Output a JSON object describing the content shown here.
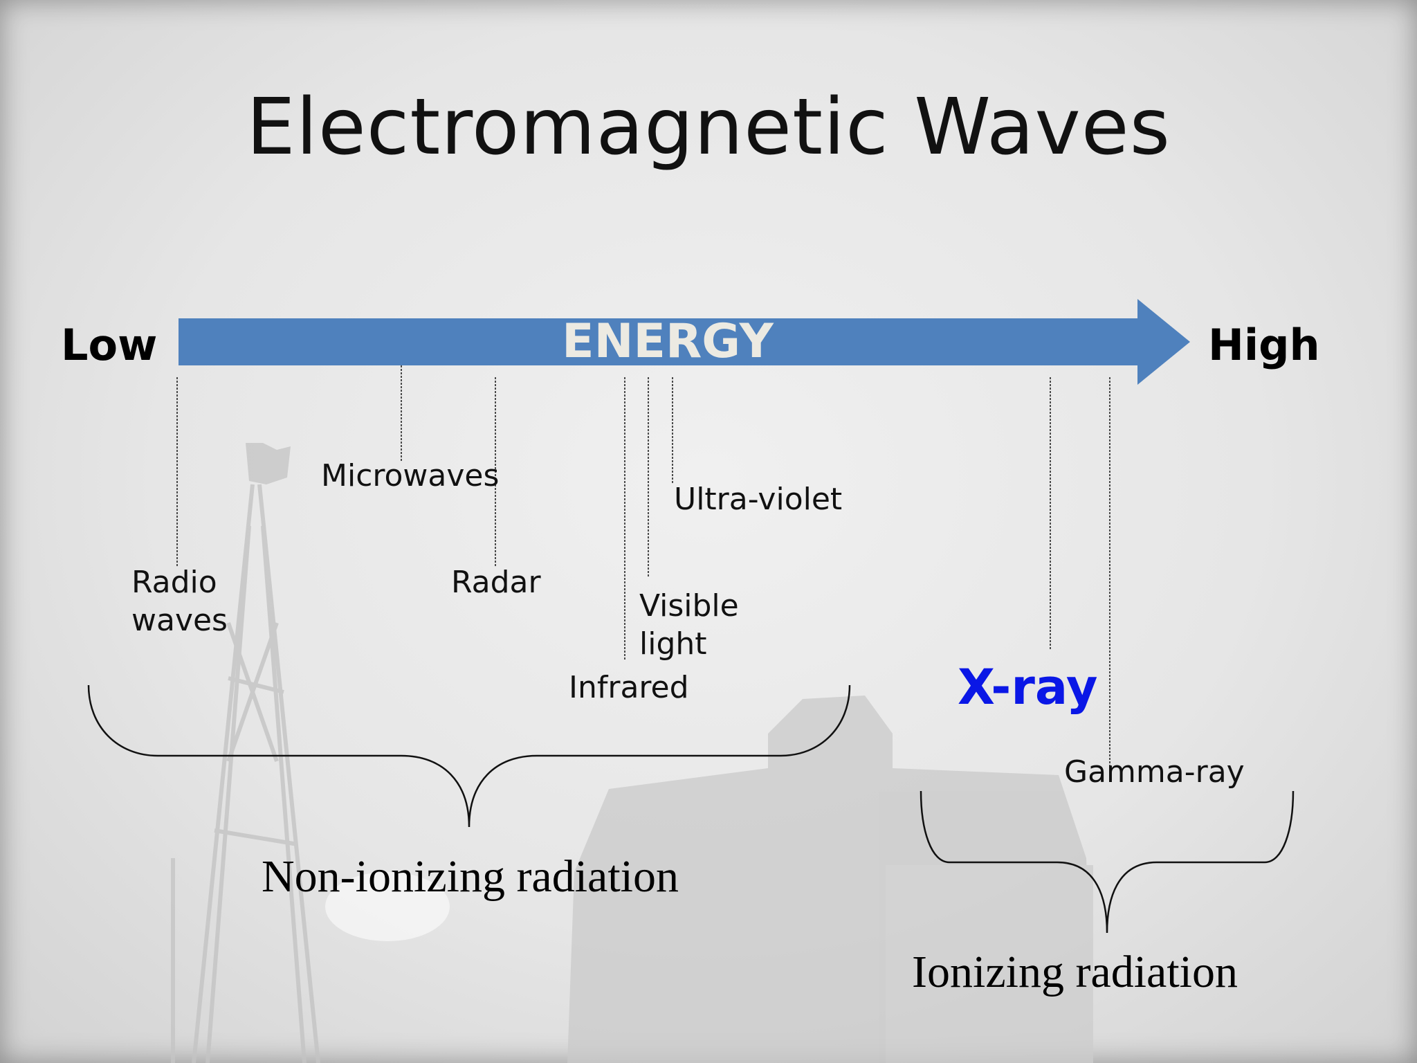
{
  "slide": {
    "title": "Electromagnetic Waves"
  },
  "energy_scale": {
    "low_label": "Low",
    "high_label": "High",
    "arrow_label": "ENERGY",
    "arrow_color": "#4f81bd",
    "arrow_text_color": "#eceae2"
  },
  "bands": {
    "radio": "Radio\nwaves",
    "microwaves": "Microwaves",
    "radar": "Radar",
    "infrared": "Infrared",
    "visible": "Visible\nlight",
    "ultraviolet": "Ultra-violet",
    "xray": "X-ray",
    "gamma": "Gamma-ray",
    "xray_color": "#0a17e6"
  },
  "groups": {
    "non_ionizing": "Non-ionizing radiation",
    "ionizing": "Ionizing radiation"
  }
}
